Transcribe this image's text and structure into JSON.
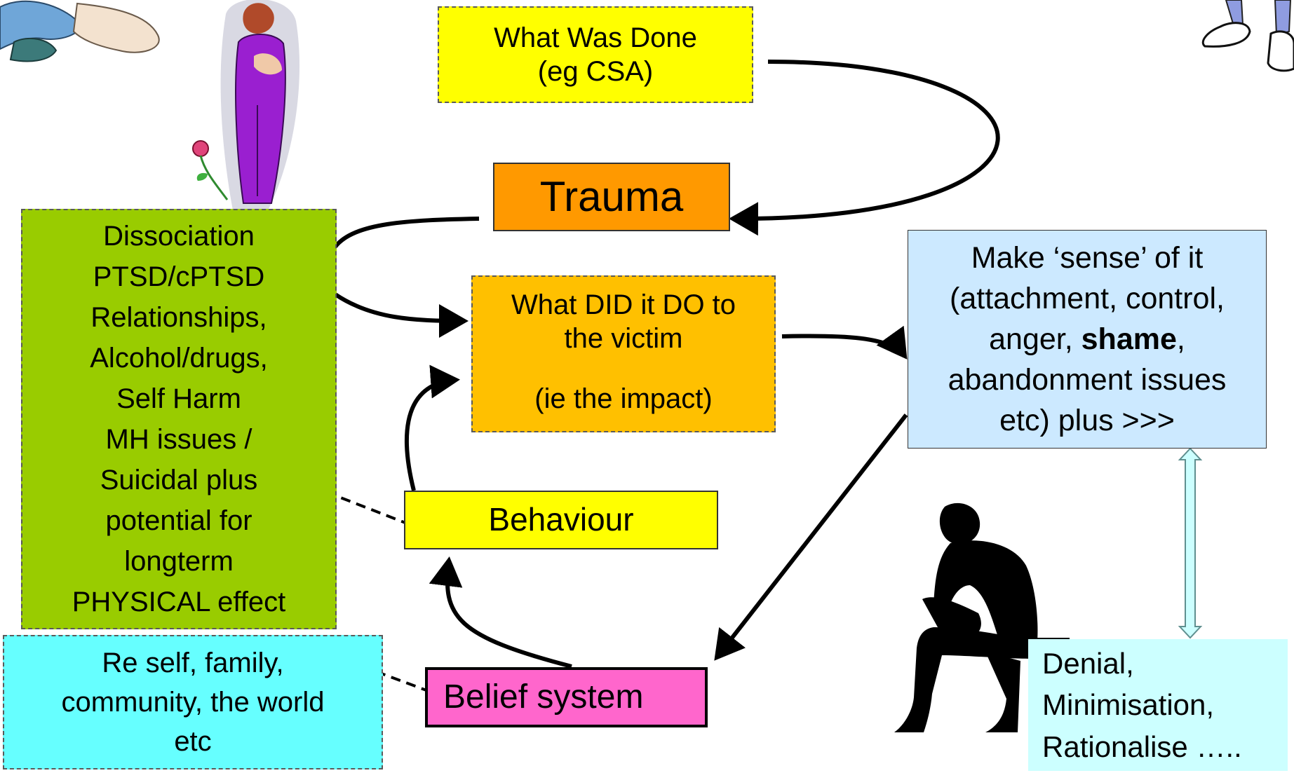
{
  "colors": {
    "yellow": "#ffff00",
    "orange": "#ff9900",
    "amber": "#ffc000",
    "green": "#99cc00",
    "light_blue": "#cce9ff",
    "cyan": "#66ffff",
    "pale_cyan": "#ccffff",
    "pink": "#ff66cc"
  },
  "boxes": {
    "what_was_done": {
      "line1": "What Was Done",
      "line2": "(eg CSA)"
    },
    "trauma": {
      "label": "Trauma"
    },
    "impact": {
      "line1": "What DID it DO to",
      "line2": "the victim",
      "line3": "(ie the impact)"
    },
    "effects": {
      "lines": [
        "Dissociation",
        "PTSD/cPTSD",
        "Relationships,",
        "Alcohol/drugs,",
        "Self Harm",
        "MH issues /",
        "Suicidal  plus",
        "potential for",
        "longterm",
        "PHYSICAL effect"
      ]
    },
    "make_sense": {
      "line1": "Make ‘sense’ of it",
      "line2": "(attachment, control,",
      "line3_pre": "anger, ",
      "line3_bold": "shame",
      "line3_post": ",",
      "line4": "abandonment issues",
      "line5": "etc) plus >>>"
    },
    "behaviour": {
      "label": "Behaviour"
    },
    "belief_system": {
      "label": "Belief system"
    },
    "re_self": {
      "line1": "Re self, family,",
      "line2": "community, the world",
      "line3": "etc"
    },
    "denial": {
      "line1": "Denial,",
      "line2": "Minimisation,",
      "line3": "Rationalise ….."
    }
  },
  "icons": [
    "curled-person-clipart-icon",
    "woman-with-rose-clipart-icon",
    "running-feet-clipart-icon",
    "sitting-man-silhouette-icon"
  ]
}
